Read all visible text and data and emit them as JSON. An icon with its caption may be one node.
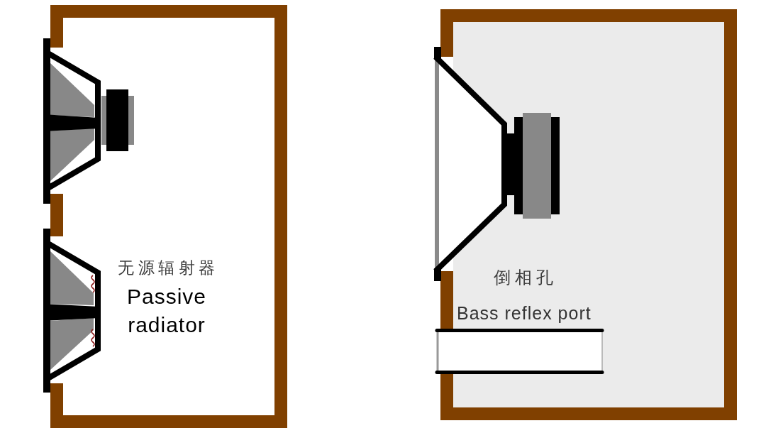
{
  "diagram": {
    "labels": [
      "无源辐射器",
      "Passive radiator",
      "倒相孔",
      "Bass reflex port"
    ]
  }
}
